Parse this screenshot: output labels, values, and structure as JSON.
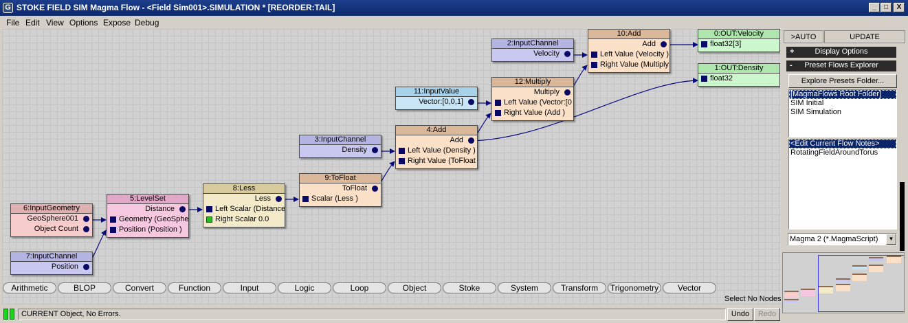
{
  "window": {
    "title": "STOKE FIELD SIM Magma Flow - <Field Sim001>.SIMULATION *  [REORDER:TAIL]",
    "app_icon": "G",
    "minimize": "_",
    "maximize": "□",
    "close": "X"
  },
  "menu": {
    "items": [
      "File",
      "Edit",
      "View",
      "Options",
      "Expose",
      "Debug"
    ]
  },
  "colors": {
    "input_channel": "#c8c8f0",
    "input_geometry": "#f6cccc",
    "level_set": "#f6c8e0",
    "less": "#f2eac8",
    "math": "#fbe0c8",
    "input_value": "#c8e6f6",
    "output": "#ccf6cc",
    "wire": "#0a0a80"
  },
  "nodes": {
    "n2": {
      "title": "2:InputChannel",
      "out": "Velocity"
    },
    "n3": {
      "title": "3:InputChannel",
      "out": "Density"
    },
    "n7": {
      "title": "7:InputChannel",
      "out": "Position"
    },
    "n6": {
      "title": "6:InputGeometry",
      "out1": "GeoSphere001",
      "out2": "Object Count"
    },
    "n5": {
      "title": "5:LevelSet",
      "out": "Distance",
      "in1": "Geometry (GeoSphere",
      "in2": "Position (Position )"
    },
    "n8": {
      "title": "8:Less",
      "out": "Less",
      "in1": "Left Scalar (Distance",
      "in2": "Right Scalar 0.0"
    },
    "n9": {
      "title": "9:ToFloat",
      "out": "ToFloat",
      "in1": "Scalar (Less )"
    },
    "n4": {
      "title": "4:Add",
      "out": "Add",
      "in1": "Left Value (Density )",
      "in2": "Right Value (ToFloat )"
    },
    "n11": {
      "title": "11:InputValue",
      "out": "Vector:[0,0,1]"
    },
    "n12": {
      "title": "12:Multiply",
      "out": "Multiply",
      "in1": "Left Value (Vector:[0",
      "in2": "Right Value (Add )"
    },
    "n10": {
      "title": "10:Add",
      "out": "Add",
      "in1": "Left Value (Velocity )",
      "in2": "Right Value (Multiply"
    },
    "n0": {
      "title": "0:OUT:Velocity",
      "in1": "float32[3]"
    },
    "n1": {
      "title": "1:OUT:Density",
      "in1": "float32"
    }
  },
  "categories": [
    "Arithmetic",
    "BLOP",
    "Convert",
    "Function",
    "Input",
    "Logic",
    "Loop",
    "Object",
    "Stoke",
    "System",
    "Transform",
    "Trigonometry",
    "Vector"
  ],
  "canvas": {
    "select_label": "Select No Nodes"
  },
  "status": {
    "text": "CURRENT Object, No Errors.",
    "undo": "Undo",
    "redo": "Redo"
  },
  "panel": {
    "tab_auto": ">AUTO",
    "tab_update": "UPDATE",
    "display_options": "Display Options",
    "display_options_toggle": "+",
    "preset_explorer": "Preset Flows Explorer",
    "preset_explorer_toggle": "-",
    "explore_button": "Explore Presets Folder...",
    "presets": [
      "[MagmaFlows Root Folder]",
      "SIM Initial",
      "SIM Simulation"
    ],
    "notes": [
      "<Edit Current Flow Notes>",
      "RotatingFieldAroundTorus"
    ],
    "script_type": "Magma 2 (*.MagmaScript)"
  }
}
